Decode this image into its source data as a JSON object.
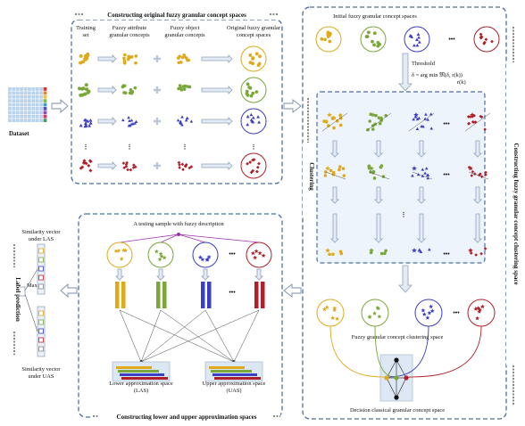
{
  "dataset": {
    "label": "Dataset"
  },
  "top_left": {
    "title": "Constructing original fuzzy granular concept spaces",
    "headers": {
      "training": [
        "Training",
        "set"
      ],
      "attr": [
        "Fuzzy attribute",
        "granular concepts"
      ],
      "obj": [
        "Fuzzy object",
        "granular concepts"
      ],
      "orig": [
        "Original fuzzy granular",
        "concept spaces"
      ]
    },
    "ellipsis": "⋮"
  },
  "right": {
    "initial_title": "Initial fuzzy granular concept spaces",
    "threshold_label": "Threshold",
    "formula": "δ = arg min 𝔐(δ, r(k))",
    "formula_sub": "r(k)",
    "dots": "•••",
    "clustering_label": "Clustering",
    "side_label": "Constructing fuzzy granular concept clustering space",
    "clustering_space": "Fuzzy granular concept clustering space",
    "decision_space": "Decision classical granular concept space"
  },
  "bottom_left": {
    "title": "A testing sample with fuzzy description",
    "footer": "Constructing lower and upper approximation spaces",
    "las": [
      "Lower approximation space",
      "(LAS)"
    ],
    "uas": [
      "Upper approximation space",
      "(UAS)"
    ],
    "dots": "•••"
  },
  "label_panel": {
    "top": [
      "Similarity vector",
      "under LAS"
    ],
    "bottom": [
      "Similarity vector",
      "under UAS"
    ],
    "max": "Max",
    "label_prediction": "Label prediction"
  },
  "colors": {
    "yellow": "#e0a91a",
    "green": "#7aa73a",
    "blue": "#3b3fc4",
    "red": "#b0202a",
    "panel_border": "#4a6fa0"
  }
}
